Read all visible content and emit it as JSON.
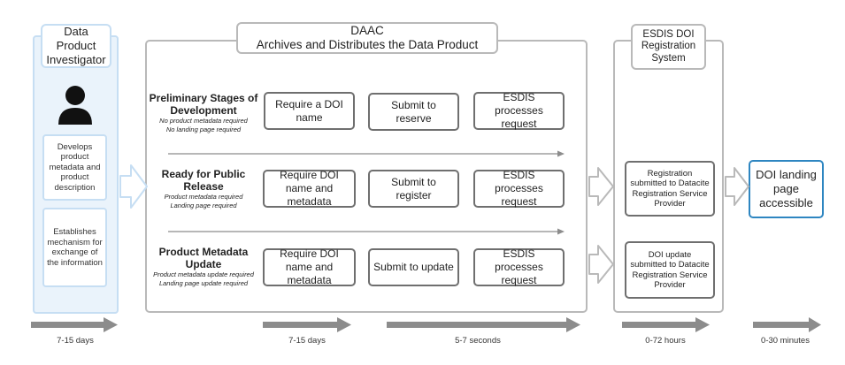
{
  "investigator": {
    "title": "Data Product Investigator",
    "step1": "Develops product metadata and product description",
    "step2": "Establishes mechanism for exchange of the information"
  },
  "daac": {
    "title_line1": "DAAC",
    "title_line2": "Archives and Distributes the Data Product",
    "stages": [
      {
        "heading": "Preliminary Stages of Development",
        "notes": [
          "No product metadata required",
          "No landing page required"
        ],
        "actions": [
          "Require a DOI name",
          "Submit to reserve",
          "ESDIS processes request"
        ]
      },
      {
        "heading": "Ready for Public Release",
        "notes": [
          "Product metadata required",
          "Landing page required"
        ],
        "actions": [
          "Require DOI name and metadata",
          "Submit to register",
          "ESDIS processes request"
        ]
      },
      {
        "heading": "Product Metadata Update",
        "notes": [
          "Product metadata update required",
          "Landing page update required"
        ],
        "actions": [
          "Require DOI name and metadata",
          "Submit to update",
          "ESDIS processes request"
        ]
      }
    ]
  },
  "esdis": {
    "title": "ESDIS DOI Registration System",
    "registration": "Registration submitted to Datacite Registration Service Provider",
    "update": "DOI update submitted to Datacite Registration Service Provider"
  },
  "landing": {
    "label": "DOI landing page accessible"
  },
  "timeline": [
    "7-15 days",
    "7-15 days",
    "5-7 seconds",
    "0-72 hours",
    "0-30 minutes"
  ],
  "colors": {
    "investigator_fill": "#eaf3fb",
    "investigator_border": "#c6def3",
    "panel_border": "#b9b9b9",
    "box_border": "#6f6f6f",
    "landing_border": "#2e86c1",
    "timeline_arrow": "#8c8c8c"
  }
}
